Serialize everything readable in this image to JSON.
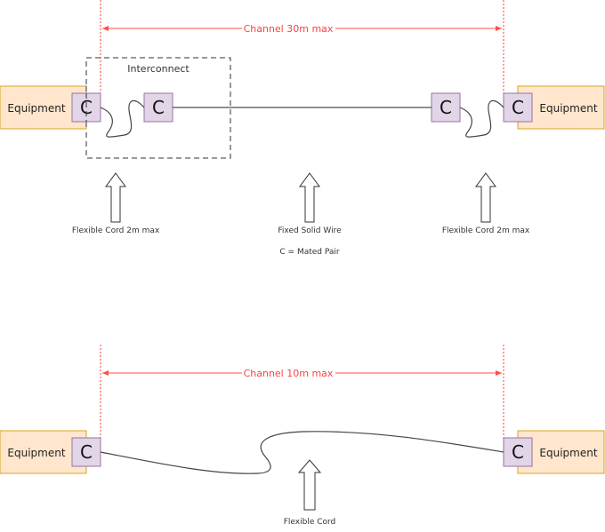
{
  "diagram_top": {
    "dimension_label": "Channel 30m max",
    "interconnect_label": "Interconnect",
    "equipment_left": "Equipment",
    "equipment_right": "Equipment",
    "connector_label": "C",
    "callouts": [
      {
        "label": "Flexible Cord 2m max"
      },
      {
        "label": "Fixed Solid Wire"
      },
      {
        "label": "Flexible Cord 2m max"
      }
    ],
    "legend": "C = Mated Pair"
  },
  "diagram_bottom": {
    "dimension_label": "Channel 10m max",
    "equipment_left": "Equipment",
    "equipment_right": "Equipment",
    "connector_label": "C",
    "callout": "Flexible Cord"
  },
  "colors": {
    "dimension": "#ff4d4d",
    "equipment_fill": "#ffe6cc",
    "equipment_stroke": "#d6a524",
    "connector_fill": "#e1d5e7",
    "connector_stroke": "#9673a6"
  }
}
